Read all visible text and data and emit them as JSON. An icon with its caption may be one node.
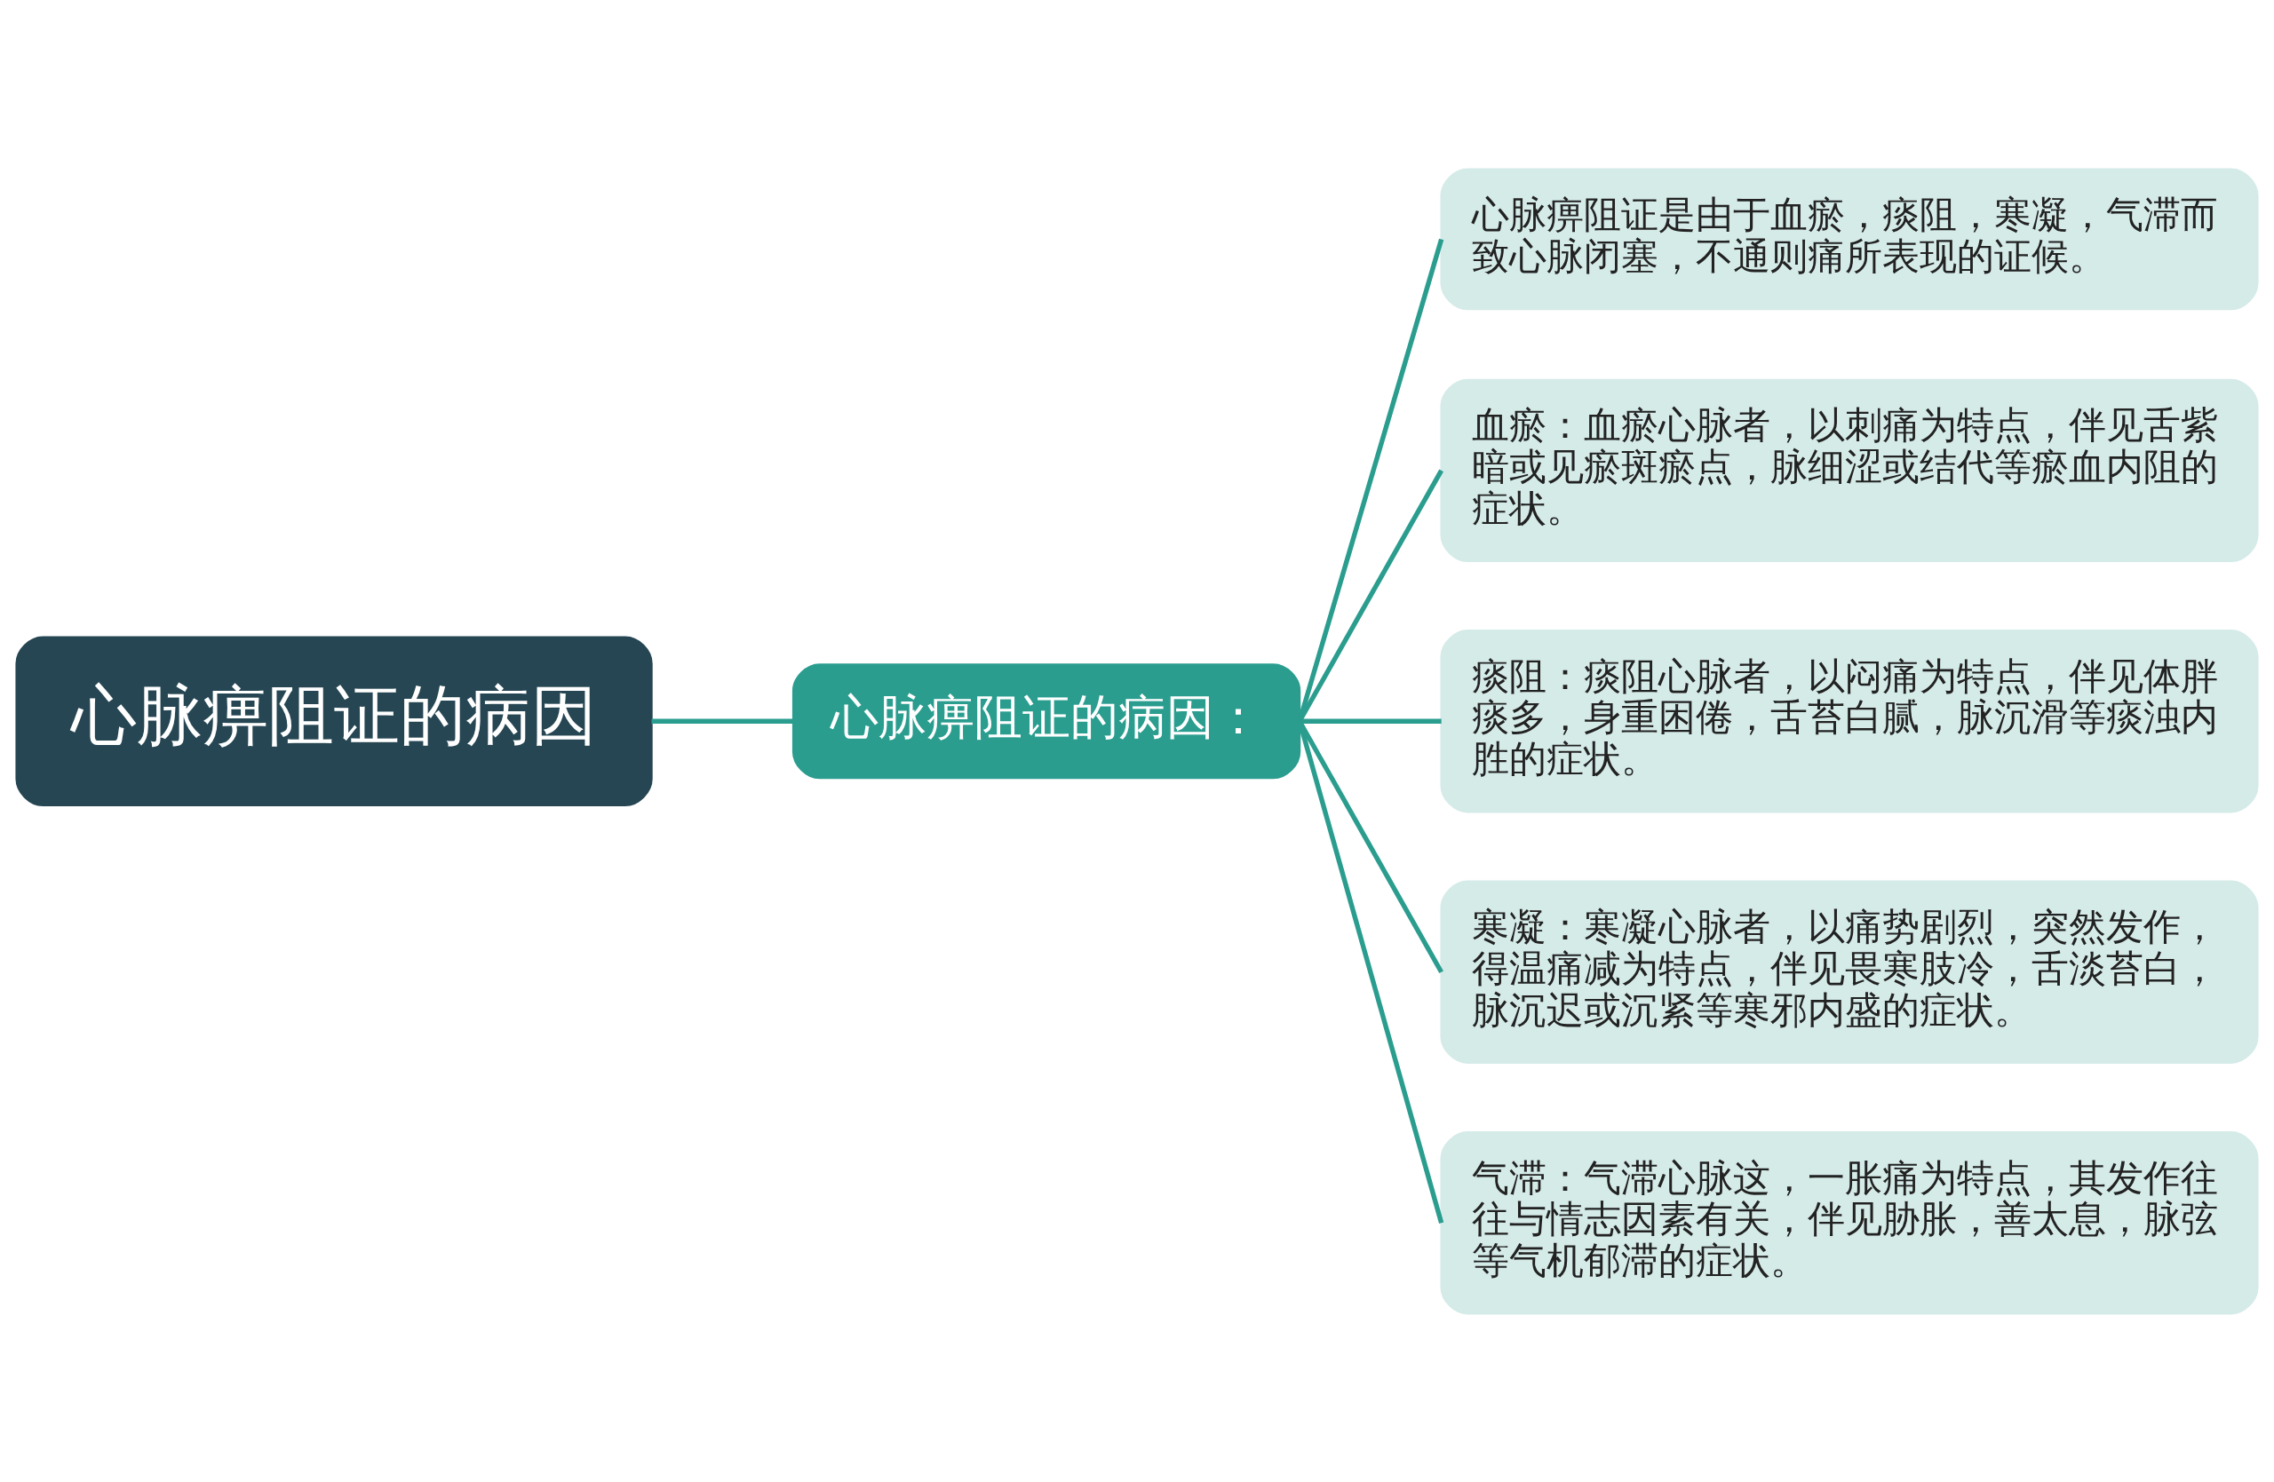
{
  "diagram": {
    "nodes": [
      {
        "text": [
          "心脉痹阻证的病因"
        ]
      },
      {
        "text": [
          "心脉痹阻证的病因："
        ]
      },
      {
        "text": [
          "心脉痹阻证是由于血瘀，痰阻，寒凝，气滞而致心脉闭塞，不通则痛所表现的证候。"
        ]
      },
      {
        "text": [
          "血瘀：血瘀心脉者，以刺痛为特点，伴见舌紫暗或见瘀斑瘀点，脉细涩或结代等瘀血内阻的症状。"
        ]
      },
      {
        "text": [
          "痰阻：痰阻心脉者，以闷痛为特点，伴见体胖痰多，身重困倦，舌苔白腻，脉沉滑等痰浊内胜的症状。"
        ]
      },
      {
        "text": [
          "寒凝：寒凝心脉者，以痛势剧烈，突然发作，得温痛减为特点，伴见畏寒肢冷，舌淡苔白，脉沉迟或沉紧等寒邪内盛的症状。"
        ]
      },
      {
        "text": [
          "气滞：气滞心脉这，一胀痛为特点，其发作往往与情志因素有关，伴见胁胀，善太息，脉弦等气机郁滞的症状。"
        ]
      }
    ],
    "edges": [
      {
        "from": 0,
        "to": 1,
        "arrow": "none"
      },
      {
        "from": 1,
        "to": 2,
        "arrow": "none"
      },
      {
        "from": 1,
        "to": 3,
        "arrow": "none"
      },
      {
        "from": 1,
        "to": 4,
        "arrow": "none"
      },
      {
        "from": 1,
        "to": 5,
        "arrow": "none"
      },
      {
        "from": 1,
        "to": 6,
        "arrow": "none"
      }
    ]
  }
}
